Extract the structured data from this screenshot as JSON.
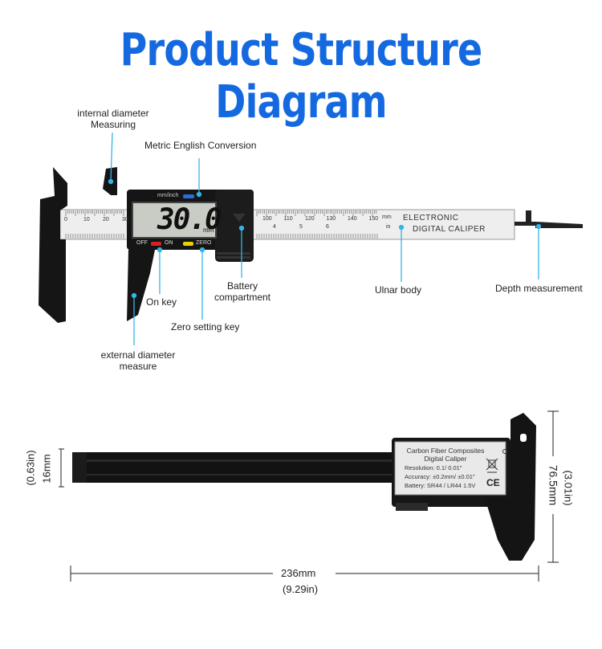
{
  "title": "Product Structure Diagram",
  "callouts": {
    "internal_diameter": "internal diameter\nMeasuring",
    "metric_english": "Metric English Conversion",
    "battery": "Battery\ncompartment",
    "ulnar_body": "Ulnar body",
    "depth": "Depth measurement",
    "on_key": "On key",
    "zero_key": "Zero setting key",
    "external_diameter": "external diameter\nmeasure"
  },
  "caliper": {
    "display_value": "30.0",
    "display_unit": "mm",
    "mode_label": "mm/inch",
    "off_label": "OFF",
    "on_label": "ON",
    "zero_label": "ZERO",
    "scale_unit_mm": "mm",
    "scale_unit_in": "in",
    "brand_line1": "ELECTRONIC",
    "brand_line2": "DIGITAL CALIPER",
    "scale_numbers_left": [
      "0",
      "10",
      "20",
      "30"
    ],
    "scale_numbers_right": [
      "100",
      "110",
      "120",
      "130",
      "140",
      "150"
    ],
    "inch_numbers_right": [
      "4",
      "5",
      "6"
    ]
  },
  "back_label": {
    "line1": "Carbon Fiber Composites",
    "line2": "Digital Caliper",
    "resolution": "Resolution: 0.1/ 0.01\"",
    "accuracy": "Accuracy: ±0.2mm/ ±0.01\"",
    "battery": "Battery: SR44 / LR44 1.5V",
    "ce": "CE"
  },
  "dimensions": {
    "length_mm": "236mm",
    "length_in": "(9.29in)",
    "height_mm": "16mm",
    "height_in": "(0.63in)",
    "jaw_mm": "76.5mm",
    "jaw_in": "(3.01in)"
  },
  "colors": {
    "title": "#1569e0",
    "callout": "#35b5e5",
    "caliper_body": "#111111",
    "scale_bg": "#eeeeee"
  }
}
